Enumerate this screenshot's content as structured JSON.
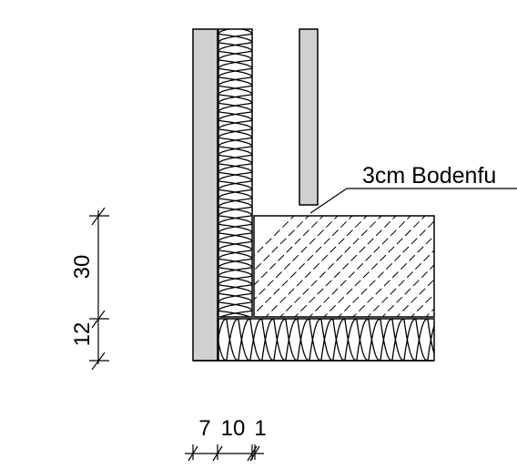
{
  "annotation": {
    "text": "3cm Bodenfu"
  },
  "vertical_dimensions": {
    "upper": "30",
    "lower": "12"
  },
  "horizontal_dimensions": {
    "first": "7",
    "second": "10",
    "third": "1"
  },
  "colors": {
    "line": "#000000",
    "wall_fill": "#d0d0d0",
    "background": "#ffffff"
  }
}
